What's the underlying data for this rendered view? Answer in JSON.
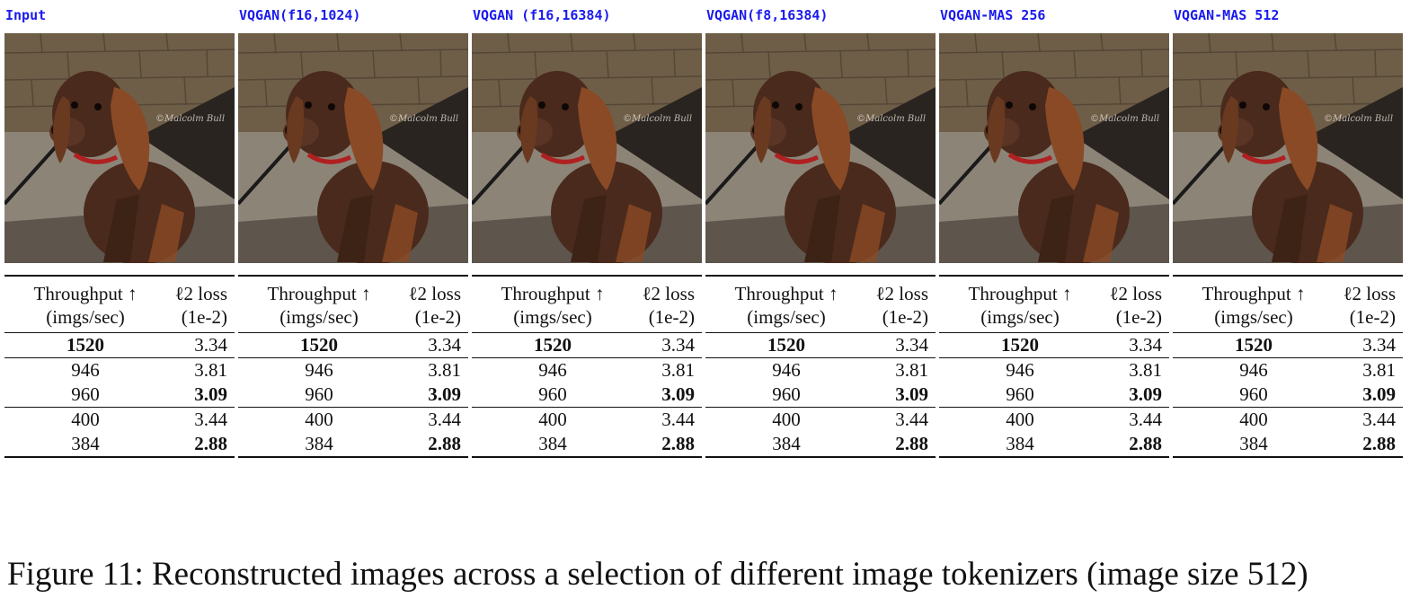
{
  "panels": [
    {
      "label": "Input"
    },
    {
      "label": "VQGAN(f16,1024)"
    },
    {
      "label": "VQGAN (f16,16384)"
    },
    {
      "label": "VQGAN(f8,16384)"
    },
    {
      "label": "VQGAN-MAS 256"
    },
    {
      "label": "VQGAN-MAS 512"
    }
  ],
  "watermark": "©Malcolm Bull",
  "table": {
    "col1_line1": "Throughput ↑",
    "col1_line2": "(imgs/sec)",
    "col2_line1": "ℓ2 loss",
    "col2_line2": "(1e-2)",
    "rows": [
      {
        "throughput": "1520",
        "loss": "3.34",
        "bold_throughput": true,
        "bold_loss": false
      },
      {
        "throughput": "946",
        "loss": "3.81",
        "bold_throughput": false,
        "bold_loss": false
      },
      {
        "throughput": "960",
        "loss": "3.09",
        "bold_throughput": false,
        "bold_loss": true
      },
      {
        "throughput": "400",
        "loss": "3.44",
        "bold_throughput": false,
        "bold_loss": false
      },
      {
        "throughput": "384",
        "loss": "2.88",
        "bold_throughput": false,
        "bold_loss": true
      }
    ]
  },
  "caption": "Figure 11: Reconstructed images across a selection of different image tokenizers (image size 512)",
  "colors": {
    "label": "#1a1aee",
    "dog": "#4a2a1c",
    "ear": "#8a4a26",
    "wall": "#6e5e48"
  }
}
